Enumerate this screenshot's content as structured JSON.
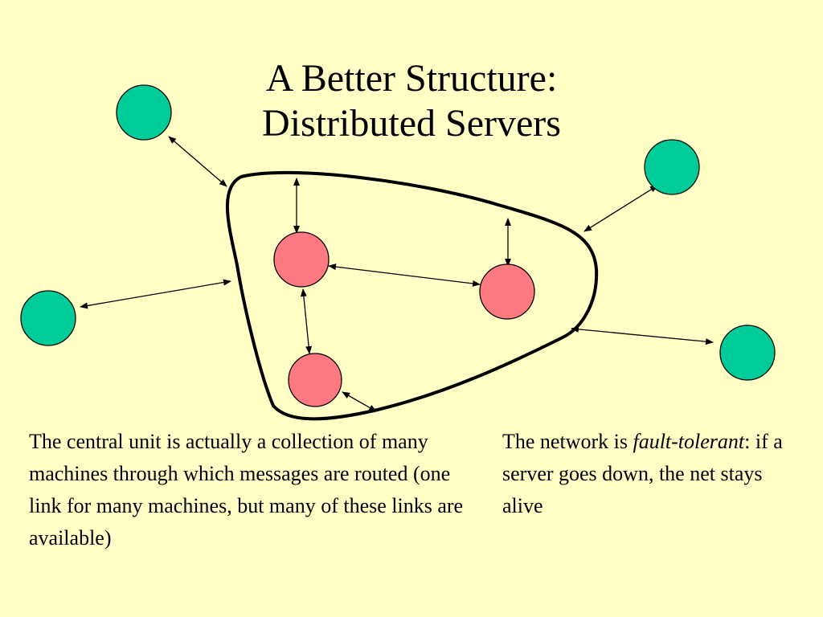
{
  "title": {
    "line1": "A Better Structure:",
    "line2": "Distributed Servers"
  },
  "colors": {
    "background": "#ffffc6",
    "client_node": "#00cc99",
    "server_node": "#ff7a80",
    "stroke": "#000000"
  },
  "caption_left": "The central unit is actually a collection of many machines through which messages are routed (one link for many machines, but many of these links are available)",
  "caption_right": {
    "prefix": "The network is ",
    "emphasis": "fault-tolerant",
    "suffix": ": if a server goes down, the net stays alive"
  }
}
